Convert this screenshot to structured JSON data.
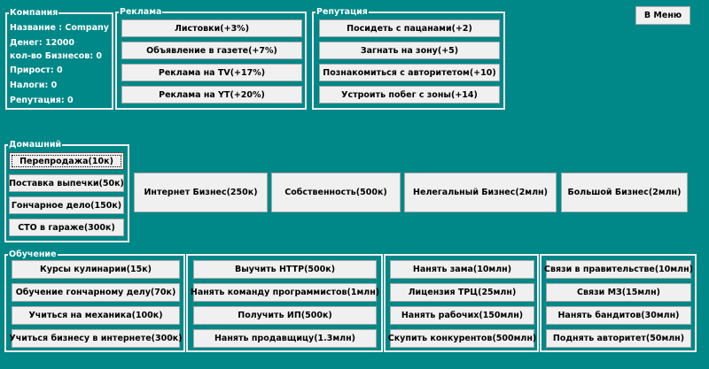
{
  "company": {
    "title": "Компания",
    "lines": [
      "Название :  Company",
      "Денег: 12000",
      "кол-во Бизнесов:  0",
      "Прирост:  0",
      "Налоги:  0",
      "Репутация:   0"
    ]
  },
  "ads": {
    "title": "Реклама",
    "buttons": [
      "Листовки(+3%)",
      "Объявление в газете(+7%)",
      "Реклама на TV(+17%)",
      "Реклама на YT(+20%)"
    ]
  },
  "reputation": {
    "title": "Репутация",
    "buttons": [
      "Посидеть с пацанами(+2)",
      "Загнать на зону(+5)",
      "Познакомиться с авторитетом(+10)",
      "Устроить побег с зоны(+14)"
    ]
  },
  "menu_button": "В Меню",
  "home": {
    "title": "Домашний",
    "buttons": [
      "Перепродажа(10к)",
      "Поставка выпечки(50к)",
      "Гончарное дело(150к)",
      "СТО в гараже(300к)"
    ]
  },
  "business": [
    "Интернет Бизнес(250к)",
    "Собственность(500к)",
    "Нелегальный Бизнес(2млн)",
    "Большой Бизнес(2млн)"
  ],
  "education": {
    "title": "Обучение",
    "col1": [
      "Курсы кулинарии(15к)",
      "Обучение гончарному делу(70к)",
      "Учиться на механика(100к)",
      "Учиться бизнесу в интернете(300к)"
    ],
    "col2": [
      "Выучить HTTP(500к)",
      "Нанять команду программистов(1млн)",
      "Получить ИП(500к)",
      "Нанять продавщицу(1.3млн)"
    ],
    "col3": [
      "Нанять зама(10млн)",
      "Лицензия ТРЦ(25млн)",
      "Нанять рабочих(150млн)",
      "Скупить конкурентов(500млн)"
    ],
    "col4": [
      "Связи в правительстве(10млн)",
      "Связи МЗ(15млн)",
      "Нанять бандитов(30млн)",
      "Поднять авторитет(50млн)"
    ]
  },
  "colors": {
    "background": "#008787",
    "button": "#f0f0f0",
    "border": "#f0f0f0"
  }
}
